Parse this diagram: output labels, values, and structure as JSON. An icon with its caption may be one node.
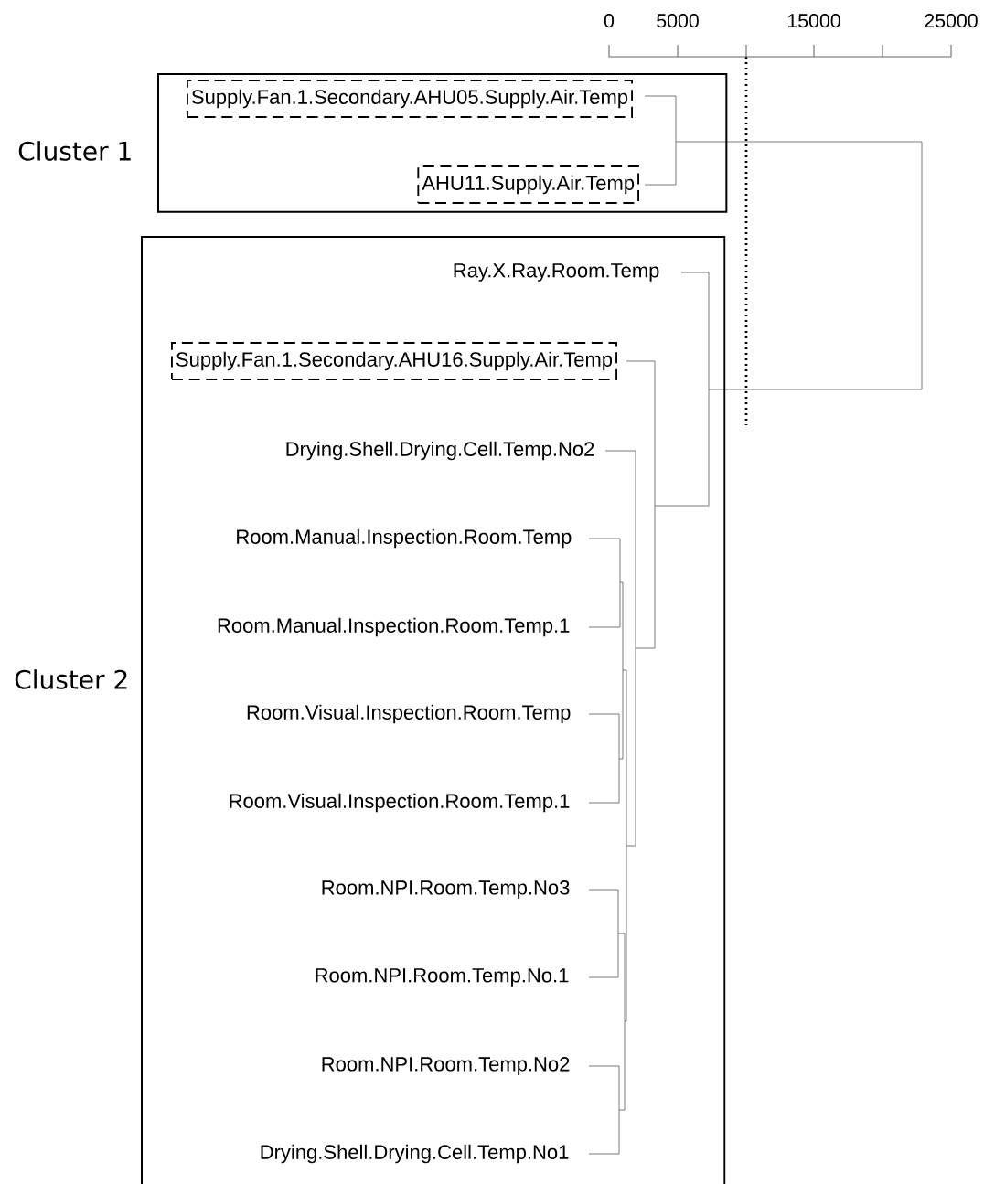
{
  "diagram": {
    "nodes": [
      {
        "text": [
          "Cluster 1"
        ]
      },
      {
        "text": [
          "Supply.Fan.1.Secondary.AHU05.Supply.Air.Temp"
        ],
        "in": 0
      },
      {
        "text": [
          "AHU11.Supply.Air.Temp"
        ],
        "in": 0
      },
      {
        "text": [
          "Cluster 2"
        ]
      },
      {
        "text": [
          "Ray.X.Ray.Room.Temp"
        ],
        "in": 3
      },
      {
        "text": [
          "Supply.Fan.1.Secondary.AHU16.Supply.Air.Temp"
        ],
        "in": 3
      },
      {
        "text": [
          "Drying.Shell.Drying.Cell.Temp.No2"
        ],
        "in": 3
      },
      {
        "text": [
          "Room.Manual.Inspection.Room.Temp"
        ],
        "in": 3
      },
      {
        "text": [
          "Room.Manual.Inspection.Room.Temp.1"
        ],
        "in": 3
      },
      {
        "text": [
          "Room.Visual.Inspection.Room.Temp"
        ],
        "in": 3
      },
      {
        "text": [
          "Room.Visual.Inspection.Room.Temp.1"
        ],
        "in": 3
      },
      {
        "text": [
          "Room.NPI.Room.Temp.No3"
        ],
        "in": 3
      },
      {
        "text": [
          "Room.NPI.Room.Temp.No.1"
        ],
        "in": 3
      },
      {
        "text": [
          "Room.NPI.Room.Temp.No2"
        ],
        "in": 3
      },
      {
        "text": [
          "Drying.Shell.Drying.Cell.Temp.No1"
        ],
        "in": 3
      }
    ],
    "labels": [
      "0",
      "5000",
      "15000",
      "25000"
    ]
  }
}
